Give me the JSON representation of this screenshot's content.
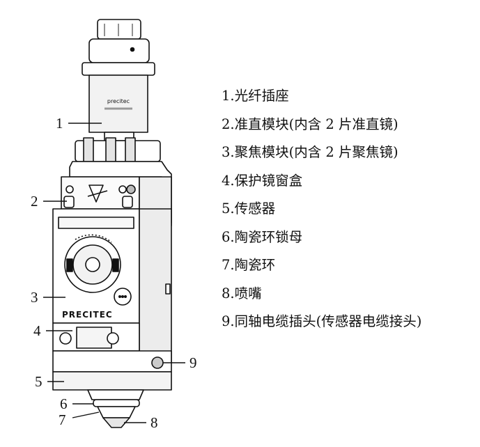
{
  "callouts": [
    "1",
    "2",
    "3",
    "4",
    "5",
    "6",
    "7",
    "8",
    "9"
  ],
  "brand": "PRECITEC",
  "logo_text": "precitec",
  "legend": [
    "1.光纤插座",
    "2.准直模块(内含 2 片准直镜)",
    "3.聚焦模块(内含 2 片聚焦镜)",
    "4.保护镜窗盒",
    "5.传感器",
    "6.陶瓷环锁母",
    "7.陶瓷环",
    "8.喷嘴",
    "9.同轴电缆插头(传感器电缆接头)"
  ]
}
